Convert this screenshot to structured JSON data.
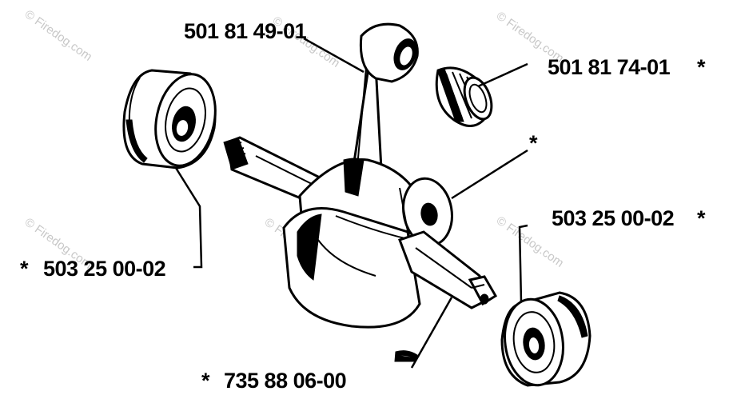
{
  "watermarks": [
    "© Firedog.com",
    "© Firedog.com",
    "© Firedog.com",
    "© Firedog.com",
    "© Firedog.com",
    "© Firedog.com"
  ],
  "labels": {
    "connecting_rod": "501 81 49-01",
    "needle_bearing": "501 81 74-01",
    "needle_bearing_marker": "*",
    "crankpin_marker": "*",
    "bearing_right": "503 25 00-02",
    "bearing_right_marker": "*",
    "bearing_left": "503 25 00-02",
    "bearing_left_marker": "*",
    "key": "735 88 06-00",
    "key_marker": "*"
  }
}
